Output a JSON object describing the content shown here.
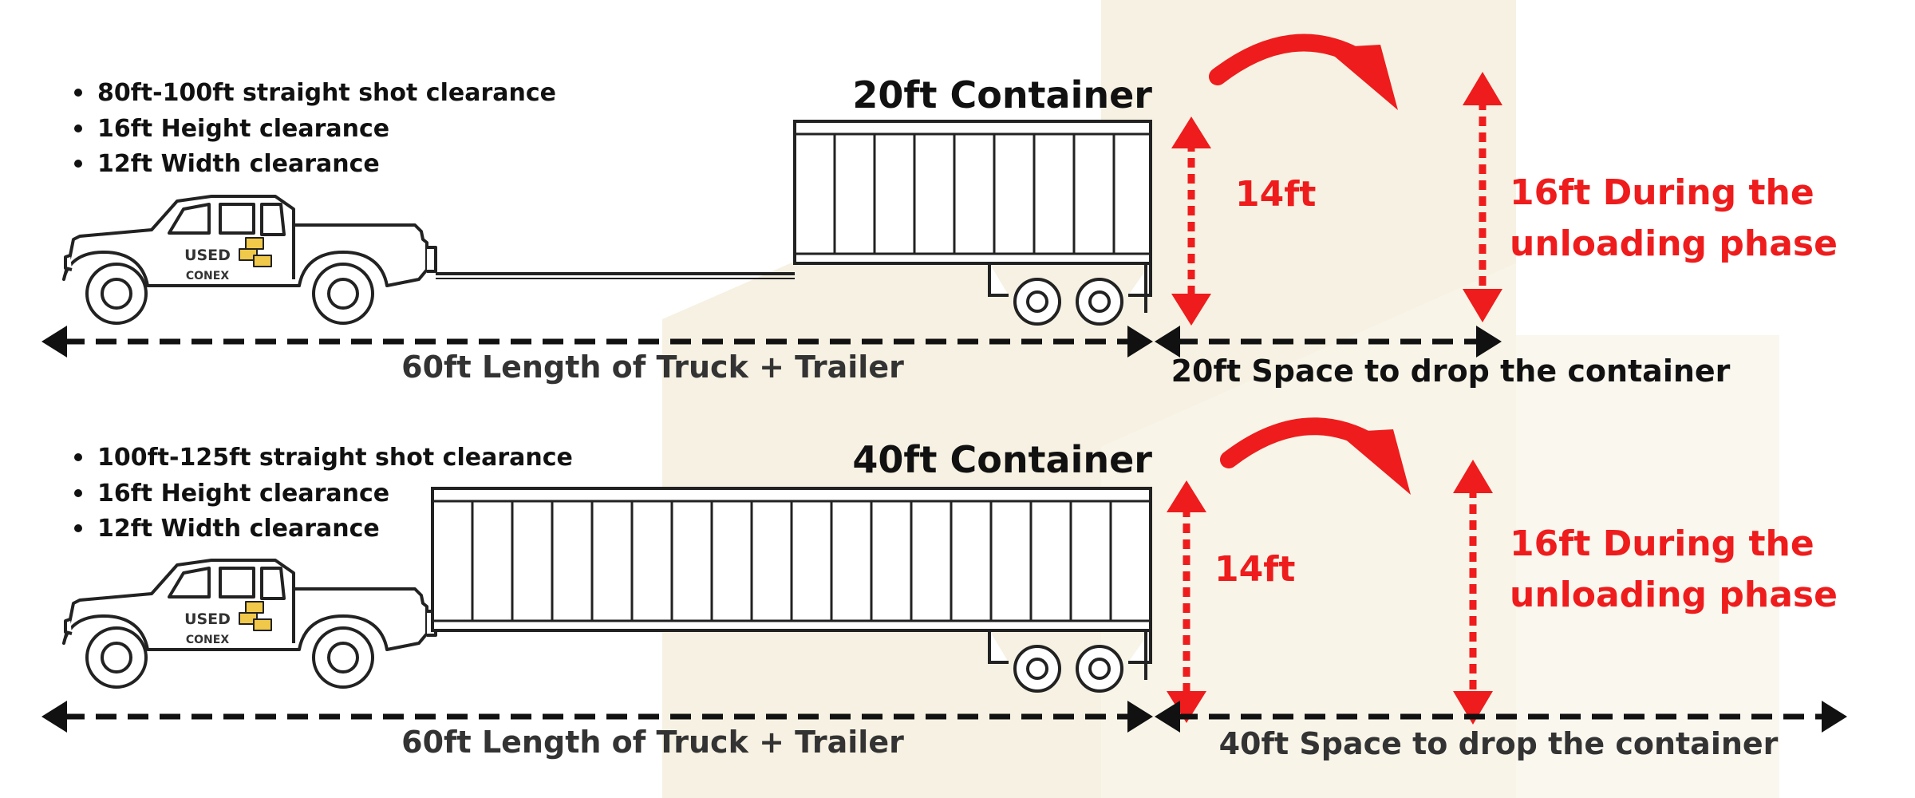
{
  "colors": {
    "line": "#222222",
    "accent": "#ee1c1c",
    "watermark": "#f6f1e2",
    "box_fill": "#f0c84a"
  },
  "sections": [
    {
      "bullets": [
        "80ft-100ft straight shot clearance",
        "16ft Height clearance",
        "12ft Width clearance"
      ],
      "truck_logo": [
        "USED",
        "CONEX"
      ],
      "container_title": "20ft Container",
      "container_height": "14ft",
      "unload_height": [
        "16ft During the",
        "unloading phase"
      ],
      "length_label": "60ft Length of Truck + Trailer",
      "space_label": "20ft Space to drop the container"
    },
    {
      "bullets": [
        "100ft-125ft straight shot clearance",
        "16ft Height clearance",
        "12ft Width clearance"
      ],
      "truck_logo": [
        "USED",
        "CONEX"
      ],
      "container_title": "40ft Container",
      "container_height": "14ft",
      "unload_height": [
        "16ft During the",
        "unloading phase"
      ],
      "length_label": "60ft Length of Truck + Trailer",
      "space_label": "40ft Space to drop the container"
    }
  ]
}
